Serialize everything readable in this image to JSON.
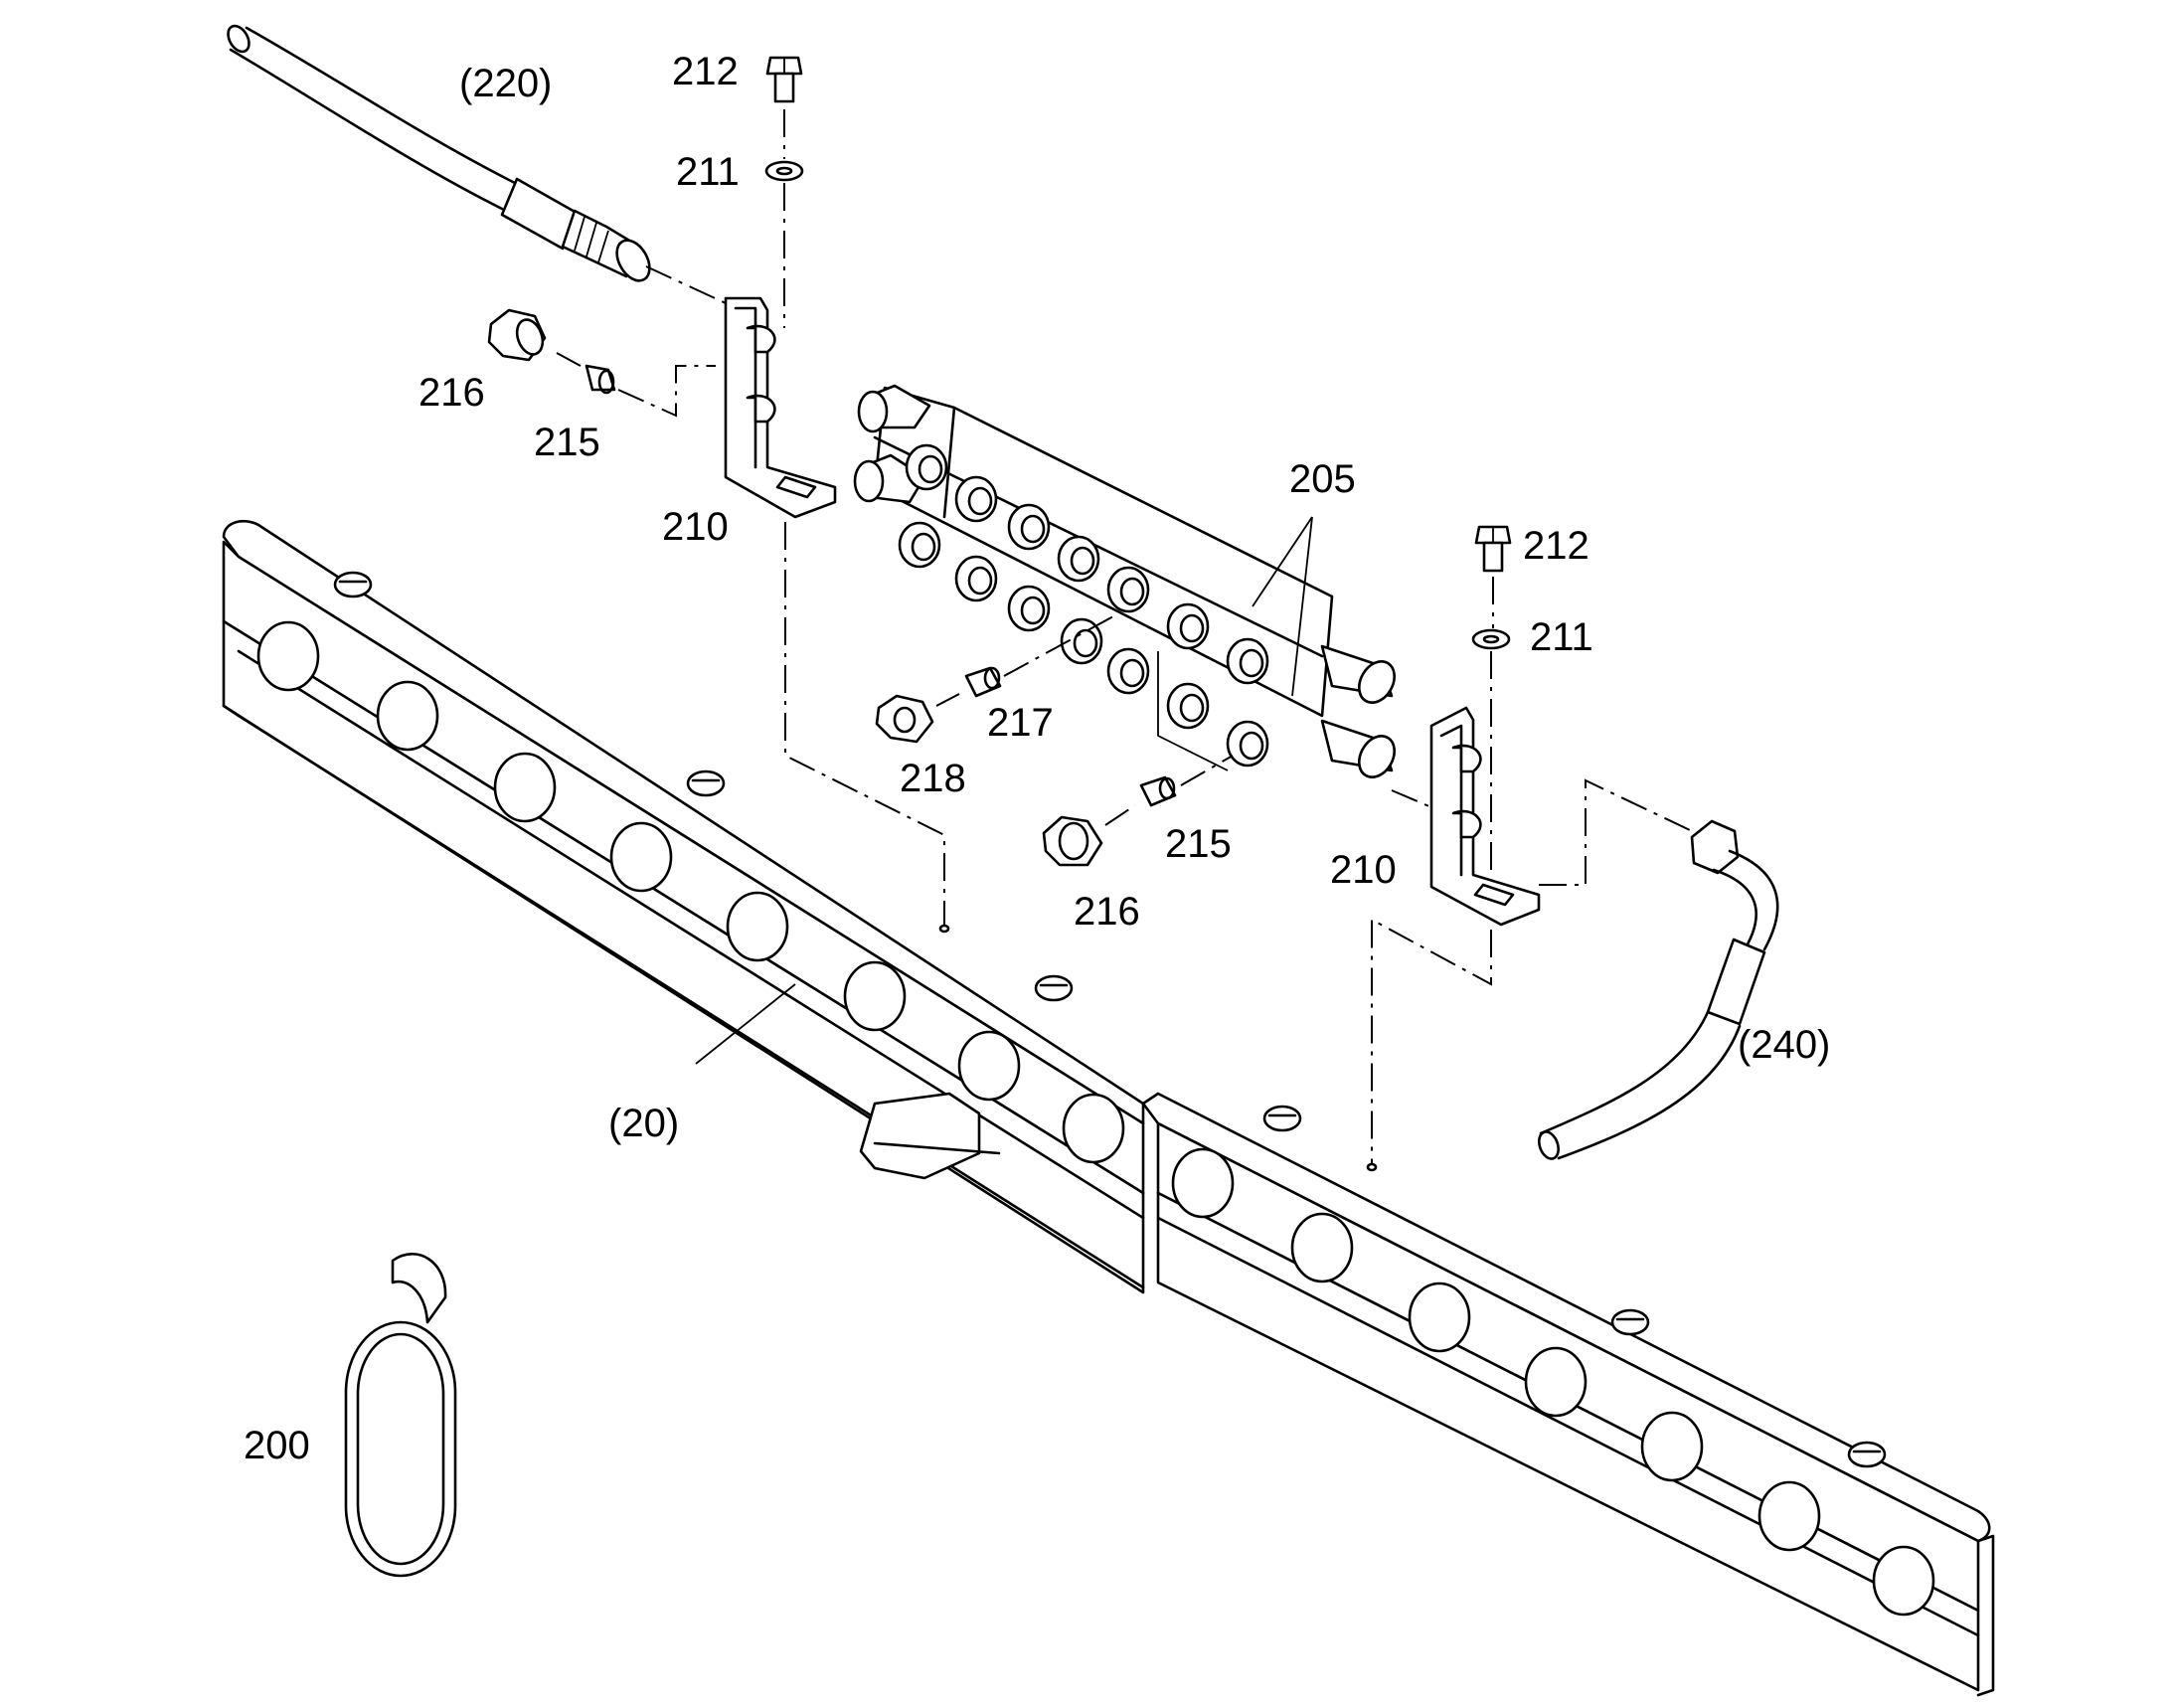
{
  "callouts": {
    "c220": "(220)",
    "c212_top": "212",
    "c211_top": "211",
    "c216_left": "216",
    "c215_left": "215",
    "c210_left": "210",
    "c205": "205",
    "c212_right": "212",
    "c211_right": "211",
    "c217": "217",
    "c218": "218",
    "c215_mid": "215",
    "c216_mid": "216",
    "c210_right": "210",
    "c240": "(240)",
    "c20": "(20)",
    "c200": "200"
  }
}
